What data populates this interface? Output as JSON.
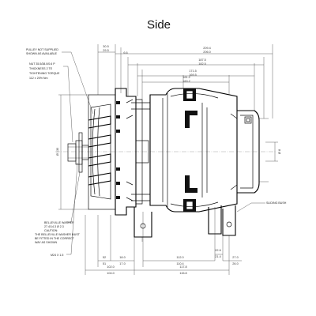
{
  "title": "Side",
  "callouts": {
    "pulley": [
      "PULLEY NOT SUPPLIED",
      "SHOWN AS AVAILABLE"
    ],
    "nut": [
      "NUT 35.5/38.0/0.6 P",
      "THICKNESS 2 TE",
      "TIGHTENING TORQUE",
      "112 ± 20% Nm"
    ],
    "washer": [
      "BELLEVILLE WASHER",
      "27.4/14.3 Ø 2.3",
      "CAUTION:",
      "THE BELLEVILLE WASHER MUST",
      "BE FITTED IN THE CORRECT",
      "WAY AS SHOWN"
    ],
    "thread": "M24 X 1.5",
    "bushing": "SLIDING BUSH"
  },
  "dimensions": {
    "top": [
      [
        "30.5",
        "29.5"
      ],
      [
        "6.6"
      ],
      [
        "209.4",
        "206.0"
      ],
      [
        "187.5",
        "182.5"
      ],
      [
        "171.5",
        "169.5"
      ],
      [
        "161.2",
        "160.2"
      ]
    ],
    "left_diameter": "Ø 130",
    "right_diameter": "Ø 8",
    "bottom": [
      [
        "52",
        "51"
      ],
      [
        "18.0",
        "17.0"
      ],
      [
        "112.0",
        "110.4"
      ],
      [
        "22.6",
        "21.4"
      ],
      [
        "27.0",
        "26.0"
      ]
    ],
    "bottom_total": [
      [
        "102.0",
        "104.0"
      ],
      [
        "117.8",
        "115.8"
      ]
    ]
  }
}
